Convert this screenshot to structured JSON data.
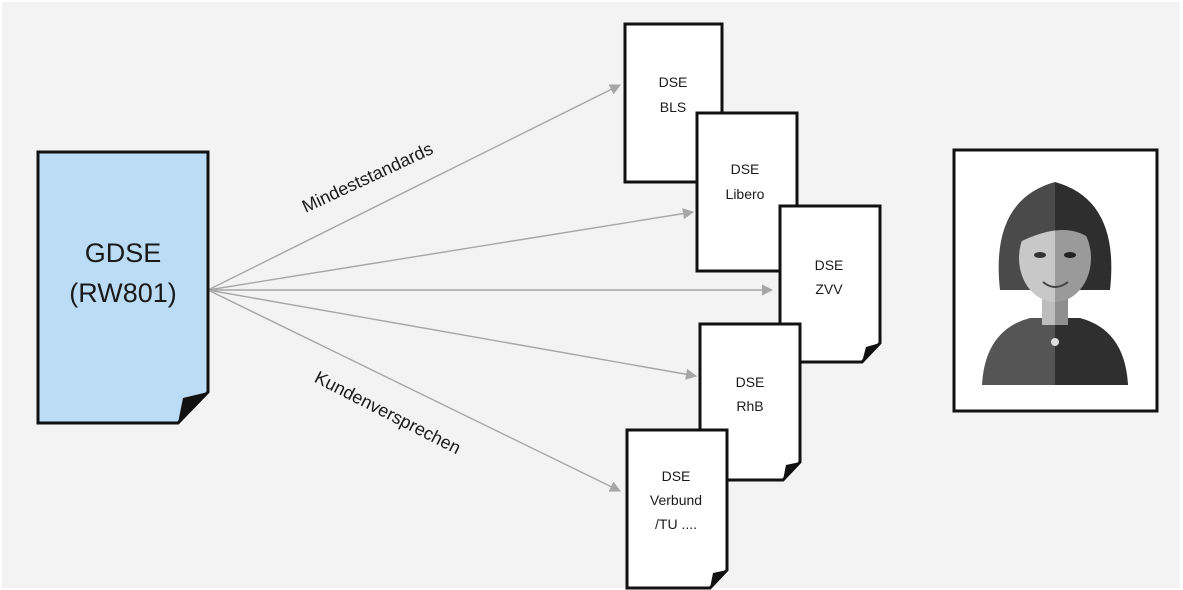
{
  "background_color": "#f3f3f3",
  "source_doc": {
    "line1": "GDSE",
    "line2": "(RW801)",
    "fill_color": "#bcdcf5"
  },
  "labels": {
    "top": "Mindeststandards",
    "bottom": "Kundenversprechen"
  },
  "target_docs": [
    {
      "line1": "DSE",
      "line2": "BLS"
    },
    {
      "line1": "DSE",
      "line2": "Libero"
    },
    {
      "line1": "DSE",
      "line2": "ZVV"
    },
    {
      "line1": "DSE",
      "line2": "RhB"
    },
    {
      "line1": "DSE",
      "line2": "Verbund",
      "line3": "/TU ...."
    }
  ],
  "arrow_color": "#a6a6a6",
  "portrait": {
    "icon": "woman-portrait-icon"
  }
}
